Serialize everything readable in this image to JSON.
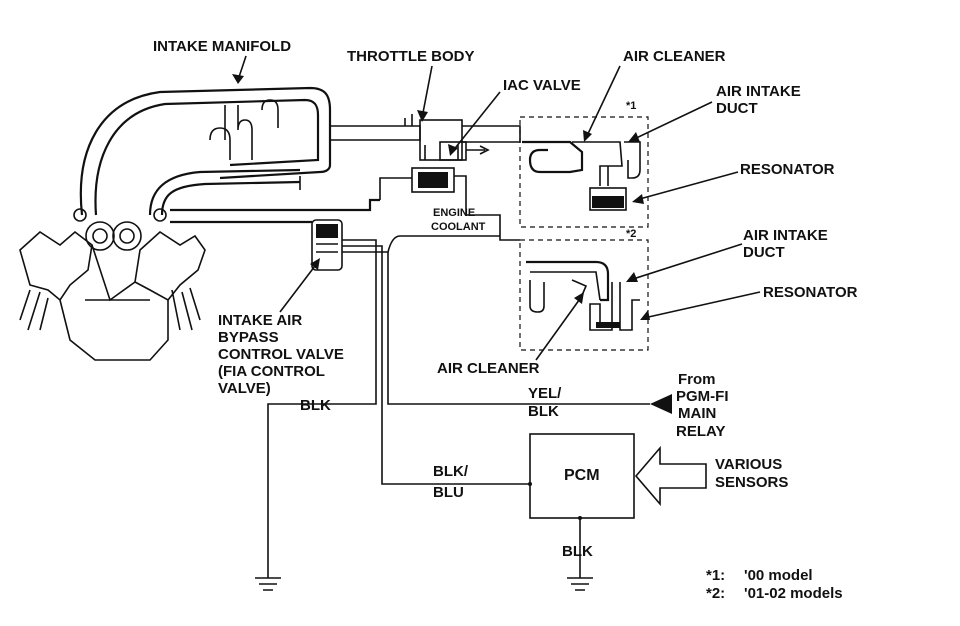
{
  "labels": {
    "intake_manifold": "INTAKE MANIFOLD",
    "throttle_body": "THROTTLE BODY",
    "air_cleaner_top": "AIR CLEANER",
    "iac_valve": "IAC VALVE",
    "star1_marker": "*1",
    "air_intake_duct_top_1": "AIR INTAKE",
    "air_intake_duct_top_2": "DUCT",
    "resonator_top": "RESONATOR",
    "engine_coolant_1": "ENGINE",
    "engine_coolant_2": "COOLANT",
    "star2_marker": "*2",
    "air_intake_duct_bottom_1": "AIR INTAKE",
    "air_intake_duct_bottom_2": "DUCT",
    "resonator_bottom": "RESONATOR",
    "iab_valve_1": "INTAKE AIR",
    "iab_valve_2": "BYPASS",
    "iab_valve_3": "CONTROL VALVE",
    "iab_valve_4": "(FIA CONTROL",
    "iab_valve_5": "VALVE)",
    "air_cleaner_bottom": "AIR CLEANER",
    "from_relay_1": "From",
    "from_relay_2": "PGM-FI",
    "from_relay_3": "MAIN",
    "from_relay_4": "RELAY",
    "wire_blk_left": "BLK",
    "wire_yel_blk_1": "YEL/",
    "wire_yel_blk_2": "BLK",
    "wire_blk_blu_1": "BLK/",
    "wire_blk_blu_2": "BLU",
    "pcm": "PCM",
    "various_sensors_1": "VARIOUS",
    "various_sensors_2": "SENSORS",
    "wire_blk_pcm": "BLK"
  },
  "legend": [
    {
      "key": "*1:",
      "text": "'00 model"
    },
    {
      "key": "*2:",
      "text": "'01-02 models"
    }
  ]
}
